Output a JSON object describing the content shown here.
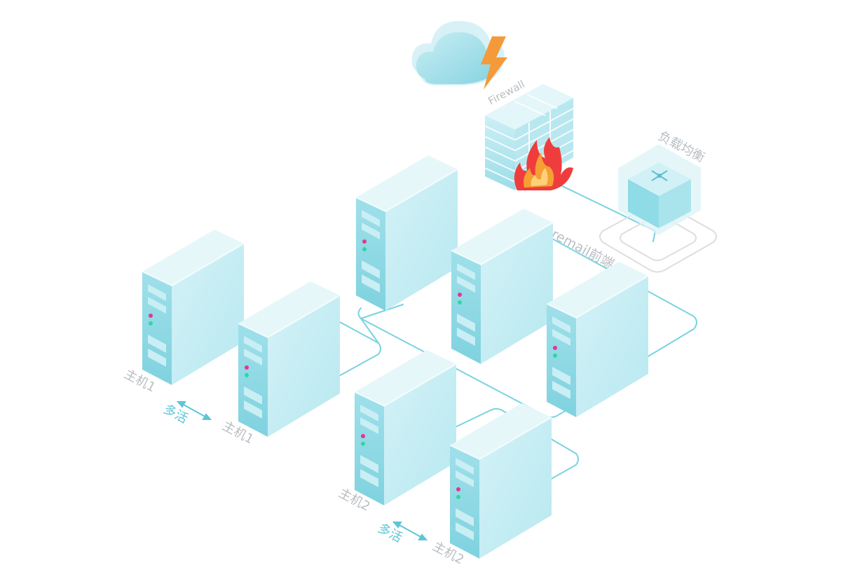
{
  "labels": {
    "firewall": "Firewall",
    "load_balancer": "负载均衡",
    "coremail_frontend": "coremail前端",
    "host1_left": "主机1",
    "host1_right": "主机1",
    "host2_left": "主机2",
    "host2_right": "主机2",
    "active_active_1": "多活",
    "active_active_2": "多活"
  },
  "colors": {
    "connector": "#6fd0df",
    "server_top": "#dff4f8",
    "server_left": "#8fdbe6",
    "server_front": "#c7eef4",
    "drive_slot": "#8ad7e3",
    "led_pink": "#e8338f",
    "led_green": "#2fd6a4",
    "label_gray": "#b9bec3",
    "label_teal": "#5cc6d6",
    "cloud": "#a6e0ea",
    "lightning": "#f59a3a",
    "flame_red": "#ef3d3d",
    "flame_orange": "#f5a032",
    "platform_outline": "#dcdcdc"
  },
  "icons": [
    "cloud-icon",
    "lightning-icon",
    "firewall-icon",
    "flame-icon",
    "load-balancer-icon",
    "server-icon",
    "double-arrow-icon"
  ]
}
